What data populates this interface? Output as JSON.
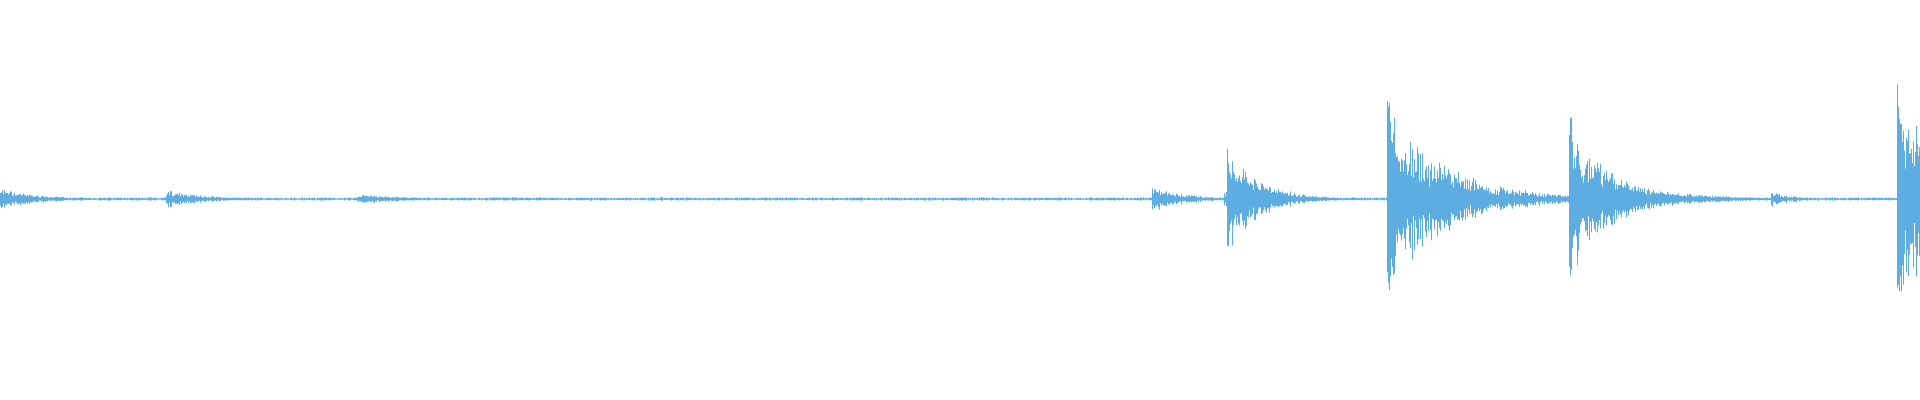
{
  "waveform": {
    "color": "#5dade2",
    "background": "#ffffff",
    "baseline_level": 0.012,
    "events": [
      {
        "time_fraction": 0.0,
        "peak": 0.1,
        "decay": 0.02,
        "kind": "ambient"
      },
      {
        "time_fraction": 0.086,
        "peak": 0.09,
        "decay": 0.02,
        "kind": "soft-hit"
      },
      {
        "time_fraction": 0.186,
        "peak": 0.05,
        "decay": 0.025,
        "kind": "soft-hit"
      },
      {
        "time_fraction": 0.6,
        "peak": 0.12,
        "decay": 0.018,
        "kind": "onset"
      },
      {
        "time_fraction": 0.639,
        "peak": 0.52,
        "decay": 0.016,
        "kind": "burst"
      },
      {
        "time_fraction": 0.722,
        "peak": 0.88,
        "decay": 0.03,
        "kind": "transient"
      },
      {
        "time_fraction": 0.817,
        "peak": 0.76,
        "decay": 0.02,
        "kind": "transient"
      },
      {
        "time_fraction": 0.825,
        "peak": 0.32,
        "decay": 0.03,
        "kind": "burst"
      },
      {
        "time_fraction": 0.922,
        "peak": 0.08,
        "decay": 0.012,
        "kind": "soft-hit"
      },
      {
        "time_fraction": 0.988,
        "peak": 1.0,
        "decay": 0.03,
        "kind": "transient"
      }
    ]
  }
}
